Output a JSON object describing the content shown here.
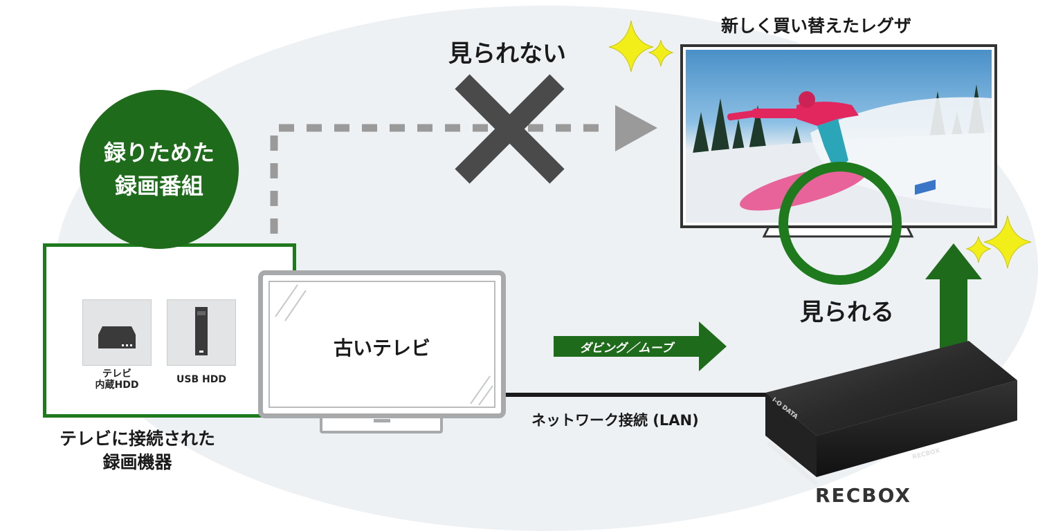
{
  "recorded_programs": {
    "line1": "録りためた",
    "line2": "録画番組"
  },
  "not_viewable": "見られない",
  "viewable": "見られる",
  "new_tv_title": "新しく買い替えたレグザ",
  "old_tv_title": "古いテレビ",
  "devices": {
    "tv_internal_hdd": {
      "line1": "テレビ",
      "line2": "内蔵HDD"
    },
    "usb_hdd": "USB HDD"
  },
  "recording_devices_caption": {
    "line1": "テレビに接続された",
    "line2": "録画機器"
  },
  "dubbing_move": "ダビング／ムーブ",
  "network_connection": "ネットワーク接続 (LAN)",
  "recbox_logo": "RECBOX",
  "recbox_front": {
    "brand": "I-O DATA",
    "badge": "RECBOX"
  },
  "colors": {
    "green_dark": "#1f6b1c",
    "green_border": "#1f7a1d",
    "gray_dash": "#9a9a9a",
    "cross": "#4a4a4a",
    "sparkle": "#f2ee1a"
  }
}
